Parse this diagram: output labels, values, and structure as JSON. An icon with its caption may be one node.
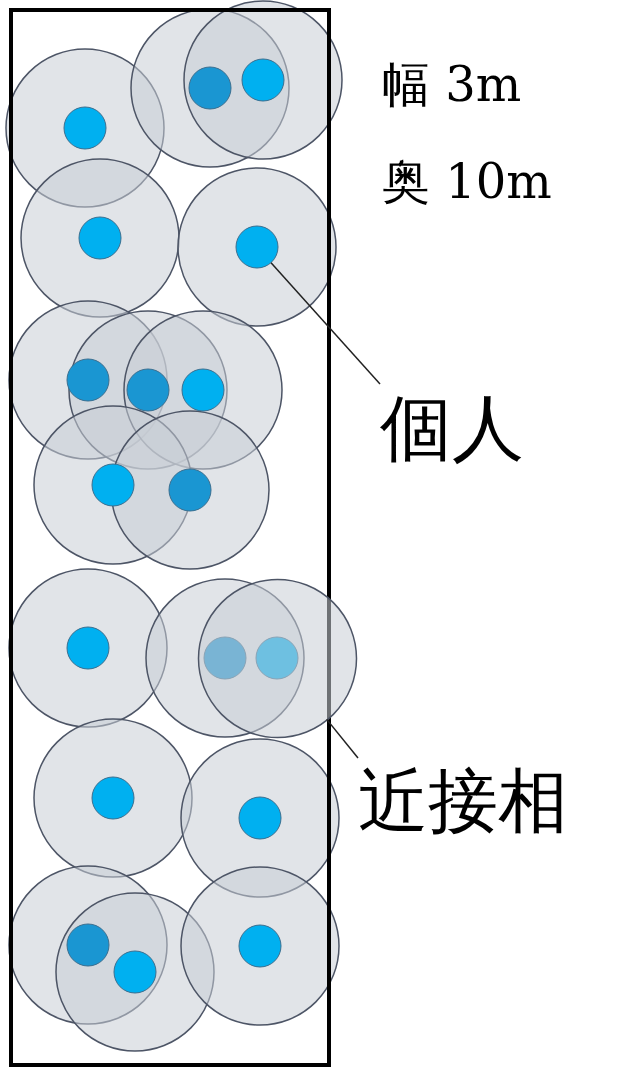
{
  "diagram": {
    "nodes": [
      {
        "text": [
          "個人"
        ]
      },
      {
        "text": [],
        "shape": "circle"
      },
      {
        "text": [
          "近接相"
        ]
      },
      {
        "text": [],
        "shape": "circle"
      }
    ],
    "edges": [
      {
        "from": 0,
        "to": 1,
        "arrow": "none"
      },
      {
        "from": 2,
        "to": 3,
        "arrow": "none"
      }
    ],
    "labels": [
      "幅 3m",
      "奥 10m"
    ]
  }
}
